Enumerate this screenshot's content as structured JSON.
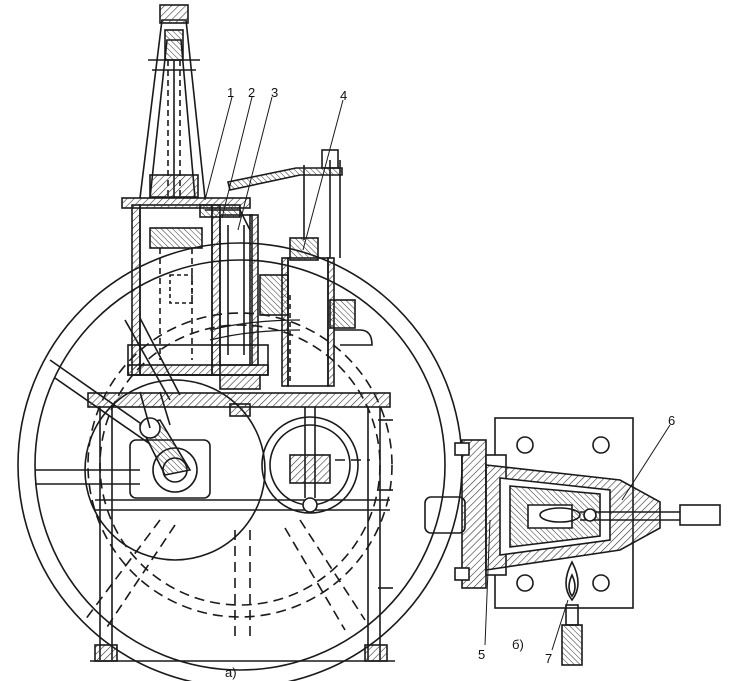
{
  "figure": {
    "view_a_label": "а)",
    "view_b_label": "б)",
    "callouts": [
      "1",
      "2",
      "3",
      "4",
      "5",
      "6",
      "7"
    ]
  },
  "colors": {
    "ink": "#1a1a1a",
    "hatch": "#333333",
    "paper": "#ffffff"
  }
}
